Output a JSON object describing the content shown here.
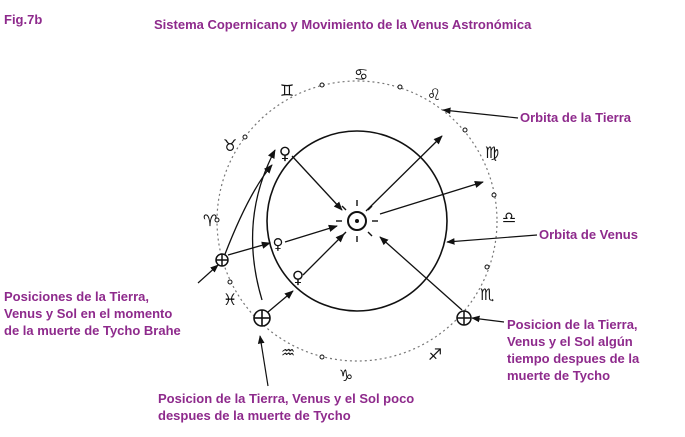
{
  "figure_label": "Fig.7b",
  "title": "Sistema Copernicano y Movimiento de la Venus Astronómica",
  "labels": {
    "earth_orbit": "Orbita de la Tierra",
    "venus_orbit": "Orbita de Venus",
    "tycho_death": "Posiciones de la Tierra,\nVenus y Sol en el momento\nde la muerte de Tycho Brahe",
    "after_some_time": "Posicion de la Tierra,\nVenus y el Sol  algún\ntiempo despues de la\nmuerte de Tycho",
    "after_short_time": "Posicion de la Tierra, Venus y el Sol poco\ndespues de la muerte de Tycho"
  },
  "symbols": {
    "sun": "☉",
    "earth": "⊕",
    "venus": "♀",
    "zodiac": [
      "♋",
      "♌",
      "♍",
      "♎",
      "♏",
      "♐",
      "♑",
      "♒",
      "♓",
      "♈",
      "♉",
      "♊"
    ]
  }
}
